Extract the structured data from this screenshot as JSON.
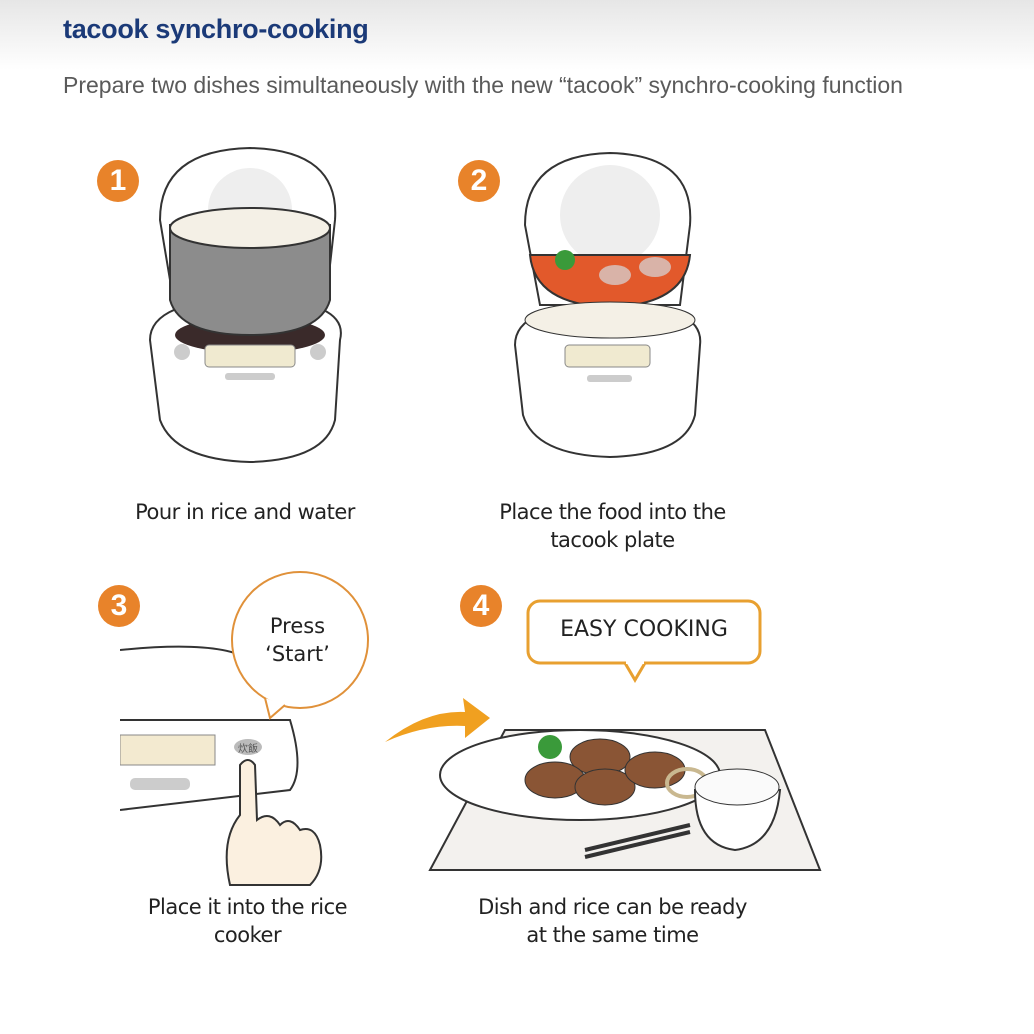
{
  "header": {
    "title": "tacook synchro-cooking",
    "subtitle": "Prepare two dishes simultaneously with the new “tacook” synchro-cooking function"
  },
  "steps": [
    {
      "number": "1",
      "caption_line1": "Pour in rice and water",
      "caption_line2": ""
    },
    {
      "number": "2",
      "caption_line1": "Place the food into the",
      "caption_line2": "tacook plate"
    },
    {
      "number": "3",
      "caption_line1": "Place it into the rice",
      "caption_line2": "cooker",
      "bubble_line1": "Press",
      "bubble_line2": "‘Start’",
      "button_label": "炊飯"
    },
    {
      "number": "4",
      "caption_line1": "Dish and rice can be ready",
      "caption_line2": "at the same time",
      "bubble": "EASY COOKING"
    }
  ],
  "colors": {
    "accent": "#e8832a",
    "title": "#1b3a78"
  }
}
